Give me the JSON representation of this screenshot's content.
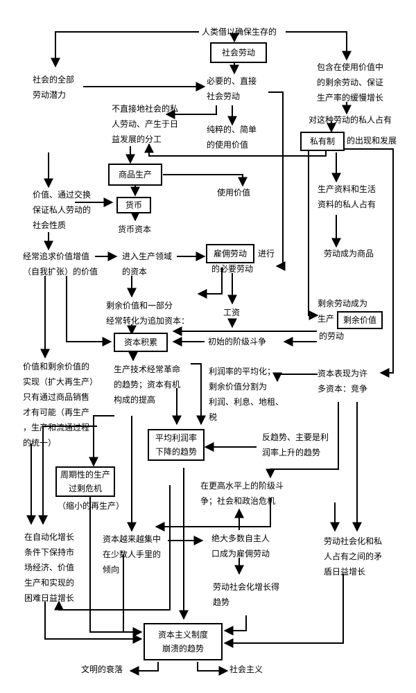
{
  "nodes": {
    "top": "人类借以确保生存的",
    "social_labor": "社会劳动",
    "total_labor": "社会的全部\n劳动潜力",
    "necessary_labor": "必要的、直接\n社会劳动",
    "surplus_labor": "包含在使用价值中\n的剩余劳动、保证\n生产率的缓慢增长",
    "indirect_labor": "不直接地社会的私\n人劳动、产生于日\n益发展的分工",
    "pure_use_value": "纯粹的、简单\n的使用价值",
    "private_appropriation": "对这种劳动的私人占有",
    "private_property": "私有制",
    "emergence": "的出现和发展",
    "commodity_production": "商品生产",
    "use_value": "使用价值",
    "means_ownership": "生产资料和生活\n资料的私人占有",
    "value_exchange": "价值、通过交换\n保证私人劳动的\n社会性质",
    "money": "货币",
    "money_capital": "货币资本",
    "labor_commodity": "劳动成为商品",
    "value_growth": "经常追求价值增值\n（自我扩张）的价值",
    "capital_entering": "进入生产领域\n的资本",
    "wage_labor": "雇佣劳动",
    "carry_out": "进行",
    "necessary_labor2": "的必要劳动",
    "surplus_value_conv": "剩余价值和一部分\n经常转化为追加资本：",
    "wages": "工资",
    "surplus_to_value_a": "剩余劳动成为",
    "surplus_to_value_b": "生产",
    "surplus_value": "剩余价值",
    "surplus_to_value_c": "的劳动",
    "accumulation": "资本积累",
    "class_struggle": "初始的阶级斗争",
    "realization": "价值和剩余价值的\n实现（扩大再生产）\n只有通过商品销售\n才有可能（再生产\n，生产和流通过程\n的统一）",
    "tech_revolution": "生产技术经常革命\n的趋势；资本有机\n构成的提高",
    "profit_equalization": "利润率的平均化；\n剩余价值分割为\n利润、利息、地租、\n税",
    "many_capitals": "资本表现为许\n多资本：竞争",
    "falling_profit": "平均利润率\n下降的趋势",
    "counter_trend": "反趋势、主要是利\n润率上升的趋势",
    "periodic_crisis": "周期性的生产\n过剩危机",
    "shrinking": "（缩小的再生产）",
    "higher_struggle": "在更高水平上的阶级斗\n争；社会和政治危机",
    "automation": "在自动化增长\n条件下保持市\n场经济、价值\n生产和实现的\n困难日益增长",
    "concentration": "资本越来越集中\n在少数人手里的\n倾向",
    "wage_majority": "绝大多数自主人\n口成为雇佣劳动",
    "contradiction": "劳动社会化和私\n人占有之间的矛\n盾日益增长",
    "socialization": "劳动社会化增长得\n趋势",
    "collapse": "资本主义制度\n崩溃的趋势",
    "decline": "文明的衰落",
    "socialism": "社会主义"
  }
}
